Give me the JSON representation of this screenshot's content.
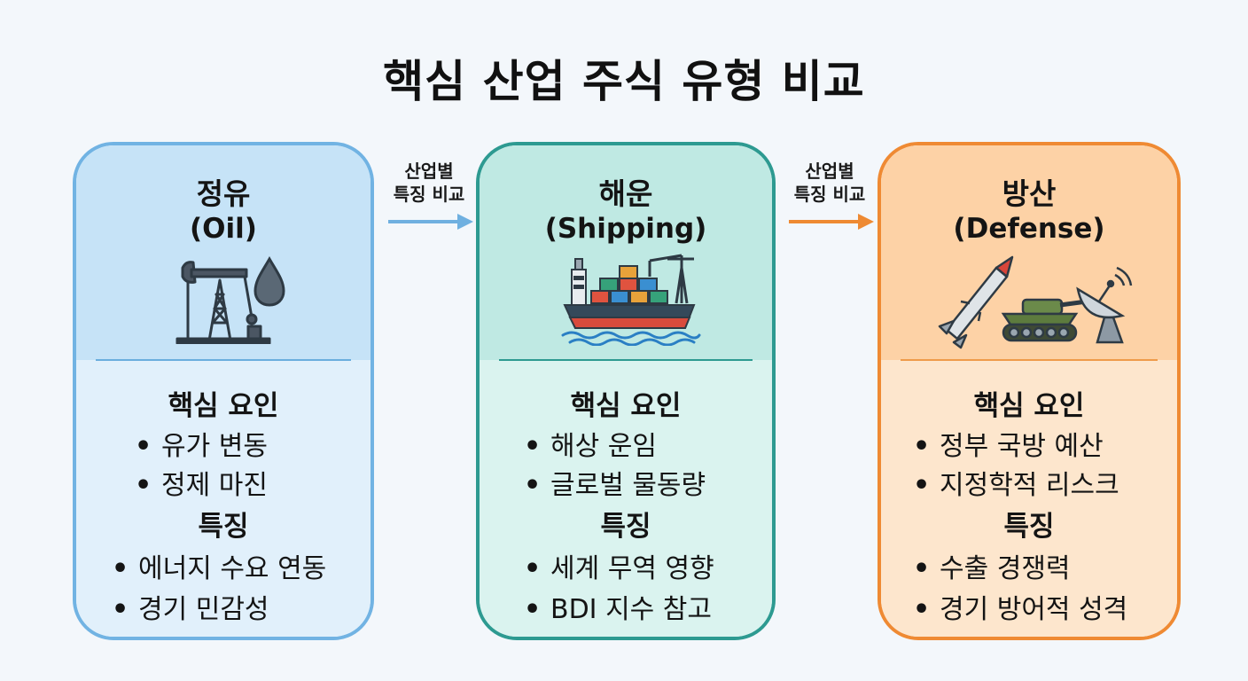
{
  "title": "핵심 산업 주식 유형 비교",
  "connectors": [
    {
      "line1": "산업별",
      "line2": "특징 비교",
      "color": "#6fb0e0"
    },
    {
      "line1": "산업별",
      "line2": "특징 비교",
      "color": "#ee8a33"
    }
  ],
  "cards": [
    {
      "title": "정유",
      "subtitle": "(Oil)",
      "factors_label": "핵심 요인",
      "factors": [
        "유가 변동",
        "정제 마진"
      ],
      "features_label": "특징",
      "features": [
        "에너지 수요 연동",
        "경기 민감성"
      ],
      "icons": [
        "oil-pump-jack-icon",
        "oil-drop-icon"
      ]
    },
    {
      "title": "해운",
      "subtitle": "(Shipping)",
      "factors_label": "핵심 요인",
      "factors": [
        "해상 운임",
        "글로벌 물동량"
      ],
      "features_label": "특징",
      "features": [
        "세계 무역 영향",
        "BDI 지수 참고"
      ],
      "icons": [
        "container-ship-icon",
        "crane-icon",
        "waves-icon"
      ]
    },
    {
      "title": "방산",
      "subtitle": "(Defense)",
      "factors_label": "핵심 요인",
      "factors": [
        "정부 국방 예산",
        "지정학적 리스크"
      ],
      "features_label": "특징",
      "features": [
        "수출 경쟁력",
        "경기 방어적 성격"
      ],
      "icons": [
        "missile-icon",
        "tank-icon",
        "radar-dish-icon"
      ]
    }
  ],
  "colors": {
    "oil_border": "#71b3e3",
    "shipping_border": "#2d9a91",
    "defense_border": "#ef8a33"
  }
}
